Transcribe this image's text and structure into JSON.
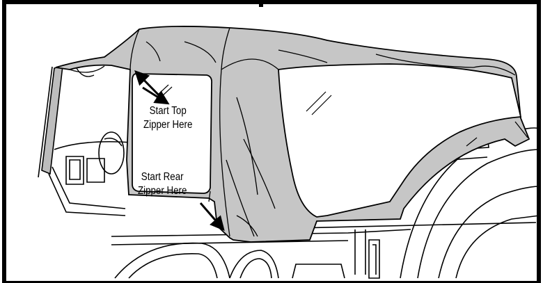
{
  "callouts": {
    "top_zipper": {
      "line1": "Start Top",
      "line2": "Zipper Here"
    },
    "rear_zipper": {
      "line1": "Start Rear",
      "line2": "Zipper Here"
    }
  },
  "colors": {
    "soft_top_fabric": "#c6c6c6",
    "outline": "#000000",
    "background": "#ffffff"
  },
  "icons": [
    "arrow-icon",
    "arrow-icon"
  ]
}
